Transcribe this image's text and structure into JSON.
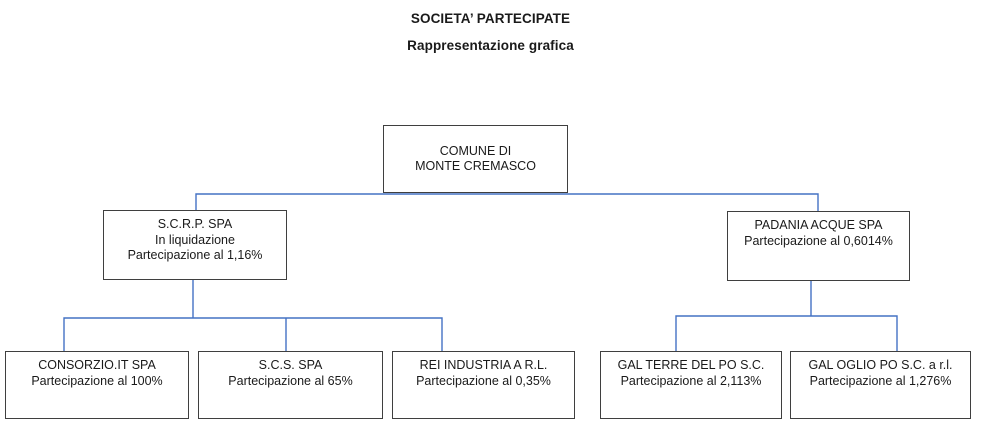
{
  "title": "SOCIETA’ PARTECIPATE",
  "subtitle": "Rappresentazione grafica",
  "colors": {
    "connector": "#4472C4",
    "box_border": "#3f3f3f",
    "text": "#1a1a1a",
    "background": "#ffffff"
  },
  "nodes": {
    "comune": {
      "name_line1": "COMUNE DI",
      "name_line2": "MONTE CREMASCO"
    },
    "scrp": {
      "name": "S.C.R.P. SPA",
      "status": "In liquidazione",
      "share": "Partecipazione al 1,16%"
    },
    "padania": {
      "name": "PADANIA ACQUE SPA",
      "share": "Partecipazione al 0,6014%"
    },
    "consorzio": {
      "name": "CONSORZIO.IT SPA",
      "share": "Partecipazione al 100%"
    },
    "scs": {
      "name": "S.C.S. SPA",
      "share": "Partecipazione al 65%"
    },
    "rei": {
      "name": "REI INDUSTRIA A R.L.",
      "share": "Partecipazione al 0,35%"
    },
    "gal_terre": {
      "name": "GAL TERRE DEL PO S.C.",
      "share": "Partecipazione al 2,113%"
    },
    "gal_oglio": {
      "name": "GAL OGLIO PO S.C. a r.l.",
      "share": "Partecipazione al 1,276%"
    }
  },
  "hierarchy": {
    "comune": [
      "scrp",
      "padania"
    ],
    "scrp": [
      "consorzio",
      "scs",
      "rei"
    ],
    "padania": [
      "gal_terre",
      "gal_oglio"
    ]
  }
}
